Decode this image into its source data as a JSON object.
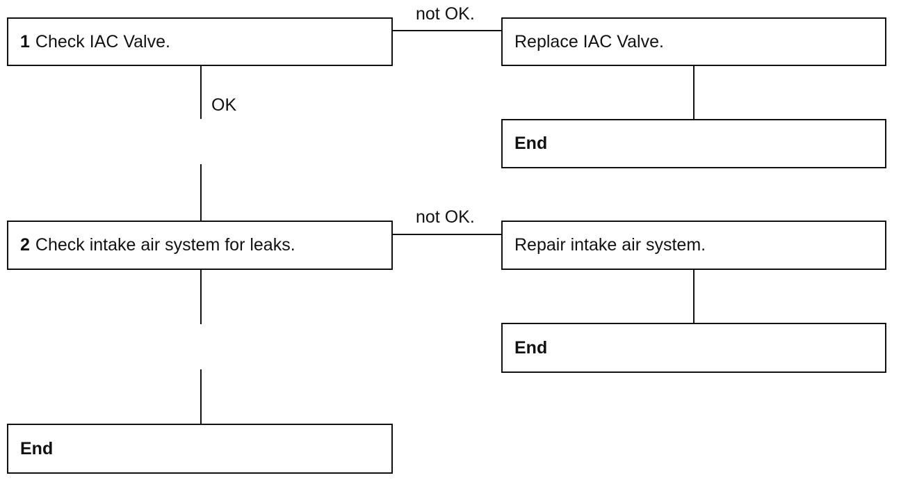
{
  "flowchart": {
    "step1": {
      "number": "1",
      "text": "Check IAC Valve."
    },
    "step1_fail_label": "not OK.",
    "step1_pass_label": "OK",
    "step1_fail_action": "Replace IAC Valve.",
    "step1_fail_end": "End",
    "step2": {
      "number": "2",
      "text": "Check intake air system for leaks."
    },
    "step2_fail_label": "not OK.",
    "step2_fail_action": "Repair intake air system.",
    "step2_fail_end": "End",
    "final_end": "End"
  }
}
